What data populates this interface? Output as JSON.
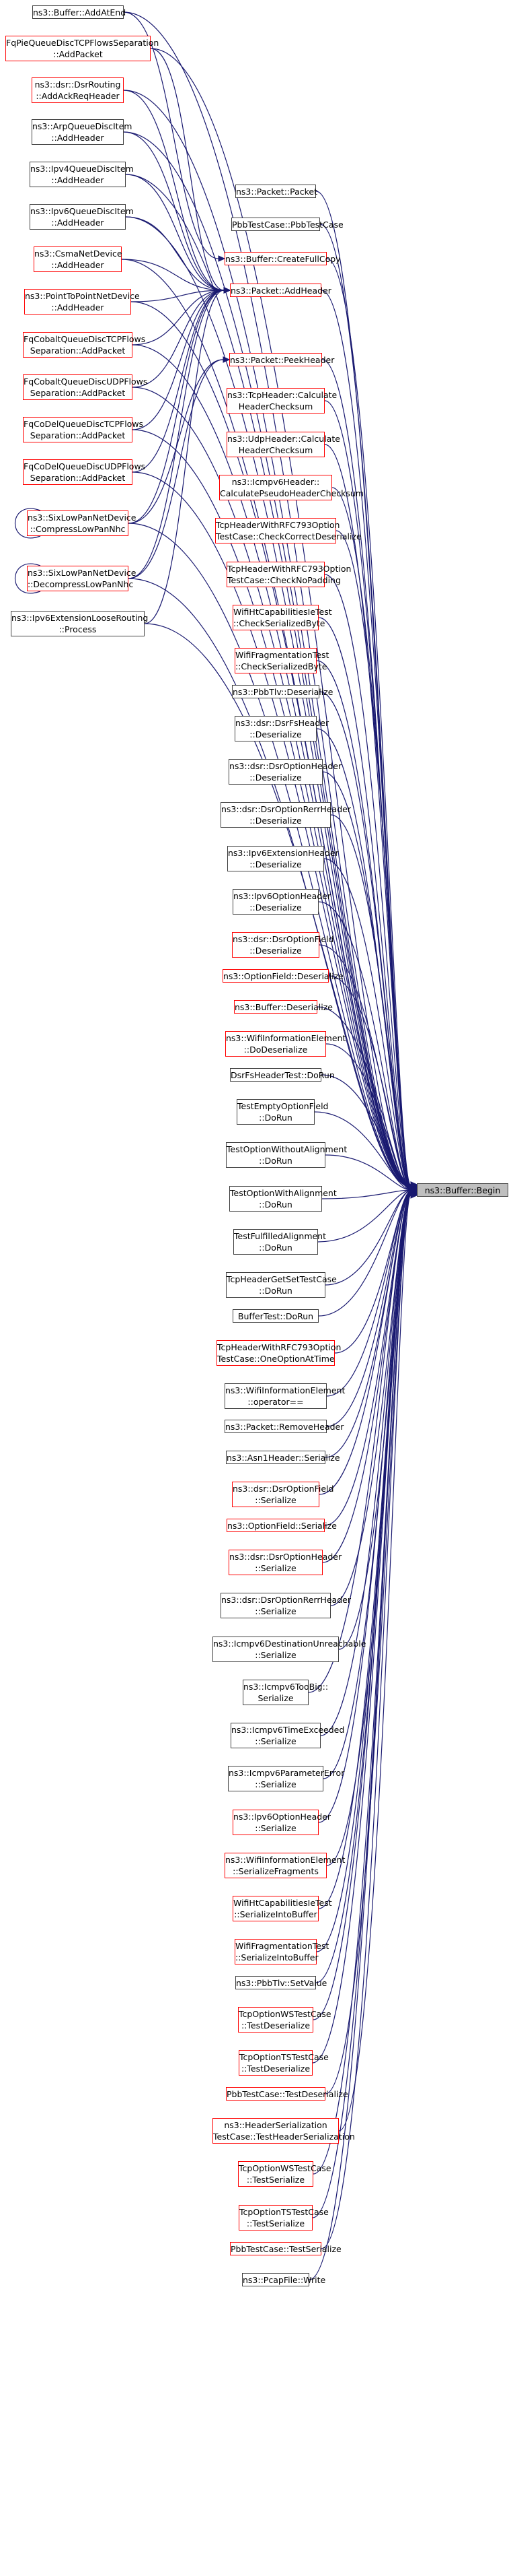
{
  "graph": {
    "edge_color": "#191970",
    "target": {
      "lines": [
        "ns3::Buffer::Begin"
      ]
    },
    "callers": [
      {
        "id": "n_addatend",
        "lines": [
          "ns3::Buffer::AddAtEnd"
        ],
        "border": "black"
      },
      {
        "id": "n_fqpie_add",
        "lines": [
          "FqPieQueueDiscTCPFlowsSeparation",
          "::AddPacket"
        ],
        "border": "red"
      },
      {
        "id": "n_dsr_addack",
        "lines": [
          "ns3::dsr::DsrRouting",
          "::AddAckReqHeader"
        ],
        "border": "red"
      },
      {
        "id": "n_arp_addheader",
        "lines": [
          "ns3::ArpQueueDiscItem",
          "::AddHeader"
        ],
        "border": "black"
      },
      {
        "id": "n_ipv4_addheader",
        "lines": [
          "ns3::Ipv4QueueDiscItem",
          "::AddHeader"
        ],
        "border": "black"
      },
      {
        "id": "n_ipv6_addheader",
        "lines": [
          "ns3::Ipv6QueueDiscItem",
          "::AddHeader"
        ],
        "border": "black"
      },
      {
        "id": "n_csma_addheader",
        "lines": [
          "ns3::CsmaNetDevice",
          "::AddHeader"
        ],
        "border": "red"
      },
      {
        "id": "n_p2p_addheader",
        "lines": [
          "ns3::PointToPointNetDevice",
          "::AddHeader"
        ],
        "border": "red"
      },
      {
        "id": "n_fqcobalt_tcp",
        "lines": [
          "FqCobaltQueueDiscTCPFlows",
          "Separation::AddPacket"
        ],
        "border": "red"
      },
      {
        "id": "n_fqcobalt_udp",
        "lines": [
          "FqCobaltQueueDiscUDPFlows",
          "Separation::AddPacket"
        ],
        "border": "red"
      },
      {
        "id": "n_fqcodel_tcp",
        "lines": [
          "FqCoDelQueueDiscTCPFlows",
          "Separation::AddPacket"
        ],
        "border": "red"
      },
      {
        "id": "n_fqcodel_udp",
        "lines": [
          "FqCoDelQueueDiscUDPFlows",
          "Separation::AddPacket"
        ],
        "border": "red"
      },
      {
        "id": "n_sixlowpan_comp",
        "lines": [
          "ns3::SixLowPanNetDevice",
          "::CompressLowPanNhc"
        ],
        "border": "red"
      },
      {
        "id": "n_sixlowpan_decomp",
        "lines": [
          "ns3::SixLowPanNetDevice",
          "::DecompressLowPanNhc"
        ],
        "border": "red"
      },
      {
        "id": "n_ipv6ext_loose",
        "lines": [
          "ns3::Ipv6ExtensionLooseRouting",
          "::Process"
        ],
        "border": "black"
      },
      {
        "id": "n_packet_packet",
        "lines": [
          "ns3::Packet::Packet"
        ],
        "border": "black"
      },
      {
        "id": "n_pbb_test",
        "lines": [
          "PbbTestCase::PbbTestCase"
        ],
        "border": "black"
      },
      {
        "id": "n_createfullcopy",
        "lines": [
          "ns3::Buffer::CreateFullCopy"
        ],
        "border": "red"
      },
      {
        "id": "n_packet_addheader",
        "lines": [
          "ns3::Packet::AddHeader"
        ],
        "border": "red"
      },
      {
        "id": "n_packet_peekheader",
        "lines": [
          "ns3::Packet::PeekHeader"
        ],
        "border": "red"
      },
      {
        "id": "n_tcpheader_calc",
        "lines": [
          "ns3::TcpHeader::Calculate",
          "HeaderChecksum"
        ],
        "border": "red"
      },
      {
        "id": "n_udpheader_calc",
        "lines": [
          "ns3::UdpHeader::Calculate",
          "HeaderChecksum"
        ],
        "border": "red"
      },
      {
        "id": "n_icmpv6_calc",
        "lines": [
          "ns3::Icmpv6Header::",
          "CalculatePseudoHeaderChecksum"
        ],
        "border": "red"
      },
      {
        "id": "n_tcp793_correct",
        "lines": [
          "TcpHeaderWithRFC793Option",
          "TestCase::CheckCorrectDeserialize"
        ],
        "border": "red"
      },
      {
        "id": "n_tcp793_nopad",
        "lines": [
          "TcpHeaderWithRFC793Option",
          "TestCase::CheckNoPadding"
        ],
        "border": "red"
      },
      {
        "id": "n_wifi_ht_byte",
        "lines": [
          "WifiHtCapabilitiesIeTest",
          "::CheckSerializedByte"
        ],
        "border": "red"
      },
      {
        "id": "n_wifi_frag_byte",
        "lines": [
          "WifiFragmentationTest",
          "::CheckSerializedByte"
        ],
        "border": "red"
      },
      {
        "id": "n_pbbtlv_deser",
        "lines": [
          "ns3::PbbTlv::Deserialize"
        ],
        "border": "black"
      },
      {
        "id": "n_dsrfs_deser",
        "lines": [
          "ns3::dsr::DsrFsHeader",
          "::Deserialize"
        ],
        "border": "black"
      },
      {
        "id": "n_dsropt_deser",
        "lines": [
          "ns3::dsr::DsrOptionHeader",
          "::Deserialize"
        ],
        "border": "black"
      },
      {
        "id": "n_dsrrerr_deser",
        "lines": [
          "ns3::dsr::DsrOptionRerrHeader",
          "::Deserialize"
        ],
        "border": "black"
      },
      {
        "id": "n_ipv6ext_deser",
        "lines": [
          "ns3::Ipv6ExtensionHeader",
          "::Deserialize"
        ],
        "border": "black"
      },
      {
        "id": "n_ipv6opt_deser",
        "lines": [
          "ns3::Ipv6OptionHeader",
          "::Deserialize"
        ],
        "border": "black"
      },
      {
        "id": "n_dsrfield_deser",
        "lines": [
          "ns3::dsr::DsrOptionField",
          "::Deserialize"
        ],
        "border": "red"
      },
      {
        "id": "n_optfield_deser",
        "lines": [
          "ns3::OptionField::Deserialize"
        ],
        "border": "red"
      },
      {
        "id": "n_buffer_deser",
        "lines": [
          "ns3::Buffer::Deserialize"
        ],
        "border": "red"
      },
      {
        "id": "n_wifiinfo_dodeser",
        "lines": [
          "ns3::WifiInformationElement",
          "::DoDeserialize"
        ],
        "border": "red"
      },
      {
        "id": "n_dsrfstest_dorun",
        "lines": [
          "DsrFsHeaderTest::DoRun"
        ],
        "border": "black"
      },
      {
        "id": "n_testempty_dorun",
        "lines": [
          "TestEmptyOptionField",
          "::DoRun"
        ],
        "border": "black"
      },
      {
        "id": "n_testwithout_dorun",
        "lines": [
          "TestOptionWithoutAlignment",
          "::DoRun"
        ],
        "border": "black"
      },
      {
        "id": "n_testwith_dorun",
        "lines": [
          "TestOptionWithAlignment",
          "::DoRun"
        ],
        "border": "black"
      },
      {
        "id": "n_testfulfilled_dorun",
        "lines": [
          "TestFulfilledAlignment",
          "::DoRun"
        ],
        "border": "black"
      },
      {
        "id": "n_tcpgetset_dorun",
        "lines": [
          "TcpHeaderGetSetTestCase",
          "::DoRun"
        ],
        "border": "black"
      },
      {
        "id": "n_buffertest_dorun",
        "lines": [
          "BufferTest::DoRun"
        ],
        "border": "black"
      },
      {
        "id": "n_tcp793_oneopt",
        "lines": [
          "TcpHeaderWithRFC793Option",
          "TestCase::OneOptionAtTime"
        ],
        "border": "red"
      },
      {
        "id": "n_wifiinfo_eq",
        "lines": [
          "ns3::WifiInformationElement",
          "::operator=="
        ],
        "border": "black"
      },
      {
        "id": "n_packet_removeheader",
        "lines": [
          "ns3::Packet::RemoveHeader"
        ],
        "border": "black"
      },
      {
        "id": "n_asn1_ser",
        "lines": [
          "ns3::Asn1Header::Serialize"
        ],
        "border": "black"
      },
      {
        "id": "n_dsrfield_ser",
        "lines": [
          "ns3::dsr::DsrOptionField",
          "::Serialize"
        ],
        "border": "red"
      },
      {
        "id": "n_optfield_ser",
        "lines": [
          "ns3::OptionField::Serialize"
        ],
        "border": "red"
      },
      {
        "id": "n_dsropt_ser",
        "lines": [
          "ns3::dsr::DsrOptionHeader",
          "::Serialize"
        ],
        "border": "red"
      },
      {
        "id": "n_dsrrerr_ser",
        "lines": [
          "ns3::dsr::DsrOptionRerrHeader",
          "::Serialize"
        ],
        "border": "black"
      },
      {
        "id": "n_icmpv6dest_ser",
        "lines": [
          "ns3::Icmpv6DestinationUnreachable",
          "::Serialize"
        ],
        "border": "black"
      },
      {
        "id": "n_icmpv6toobig_ser",
        "lines": [
          "ns3::Icmpv6TooBig::",
          "Serialize"
        ],
        "border": "black"
      },
      {
        "id": "n_icmpv6time_ser",
        "lines": [
          "ns3::Icmpv6TimeExceeded",
          "::Serialize"
        ],
        "border": "black"
      },
      {
        "id": "n_icmpv6param_ser",
        "lines": [
          "ns3::Icmpv6ParameterError",
          "::Serialize"
        ],
        "border": "black"
      },
      {
        "id": "n_ipv6opt_ser",
        "lines": [
          "ns3::Ipv6OptionHeader",
          "::Serialize"
        ],
        "border": "red"
      },
      {
        "id": "n_wifiinfo_serfrag",
        "lines": [
          "ns3::WifiInformationElement",
          "::SerializeFragments"
        ],
        "border": "red"
      },
      {
        "id": "n_wifiht_serbuf",
        "lines": [
          "WifiHtCapabilitiesIeTest",
          "::SerializeIntoBuffer"
        ],
        "border": "red"
      },
      {
        "id": "n_wififrag_serbuf",
        "lines": [
          "WifiFragmentationTest",
          "::SerializeIntoBuffer"
        ],
        "border": "red"
      },
      {
        "id": "n_pbbtlv_setvalue",
        "lines": [
          "ns3::PbbTlv::SetValue"
        ],
        "border": "black"
      },
      {
        "id": "n_tcpws_testdeser",
        "lines": [
          "TcpOptionWSTestCase",
          "::TestDeserialize"
        ],
        "border": "red"
      },
      {
        "id": "n_tcpts_testdeser",
        "lines": [
          "TcpOptionTSTestCase",
          "::TestDeserialize"
        ],
        "border": "red"
      },
      {
        "id": "n_pbbtest_testdeser",
        "lines": [
          "PbbTestCase::TestDeserialize"
        ],
        "border": "red"
      },
      {
        "id": "n_headerser_test",
        "lines": [
          "ns3::HeaderSerialization",
          "TestCase::TestHeaderSerialization"
        ],
        "border": "red"
      },
      {
        "id": "n_tcpws_testser",
        "lines": [
          "TcpOptionWSTestCase",
          "::TestSerialize"
        ],
        "border": "red"
      },
      {
        "id": "n_tcpts_testser",
        "lines": [
          "TcpOptionTSTestCase",
          "::TestSerialize"
        ],
        "border": "red"
      },
      {
        "id": "n_pbbtest_testser",
        "lines": [
          "PbbTestCase::TestSerialize"
        ],
        "border": "red"
      },
      {
        "id": "n_pcapfile_write",
        "lines": [
          "ns3::PcapFile::Write"
        ],
        "border": "black"
      }
    ],
    "edges": [
      [
        "n_fqpie_add",
        "n_packet_addheader"
      ],
      [
        "n_dsr_addack",
        "n_packet_addheader"
      ],
      [
        "n_arp_addheader",
        "n_packet_addheader"
      ],
      [
        "n_ipv4_addheader",
        "n_packet_addheader"
      ],
      [
        "n_ipv6_addheader",
        "n_packet_addheader"
      ],
      [
        "n_csma_addheader",
        "n_packet_addheader"
      ],
      [
        "n_p2p_addheader",
        "n_packet_addheader"
      ],
      [
        "n_fqcobalt_tcp",
        "n_packet_addheader"
      ],
      [
        "n_fqcobalt_udp",
        "n_packet_addheader"
      ],
      [
        "n_fqcodel_tcp",
        "n_packet_addheader"
      ],
      [
        "n_fqcodel_udp",
        "n_packet_addheader"
      ],
      [
        "n_sixlowpan_comp",
        "n_packet_addheader"
      ],
      [
        "n_sixlowpan_decomp",
        "n_packet_addheader"
      ],
      [
        "n_ipv6ext_loose",
        "n_packet_addheader"
      ],
      [
        "n_sixlowpan_comp",
        "n_packet_peekheader"
      ],
      [
        "n_sixlowpan_decomp",
        "n_packet_peekheader"
      ],
      [
        "n_addatend",
        "n_createfullcopy"
      ],
      [
        "n_sixlowpan_comp",
        "n_sixlowpan_comp"
      ],
      [
        "n_sixlowpan_decomp",
        "n_sixlowpan_decomp"
      ]
    ]
  }
}
